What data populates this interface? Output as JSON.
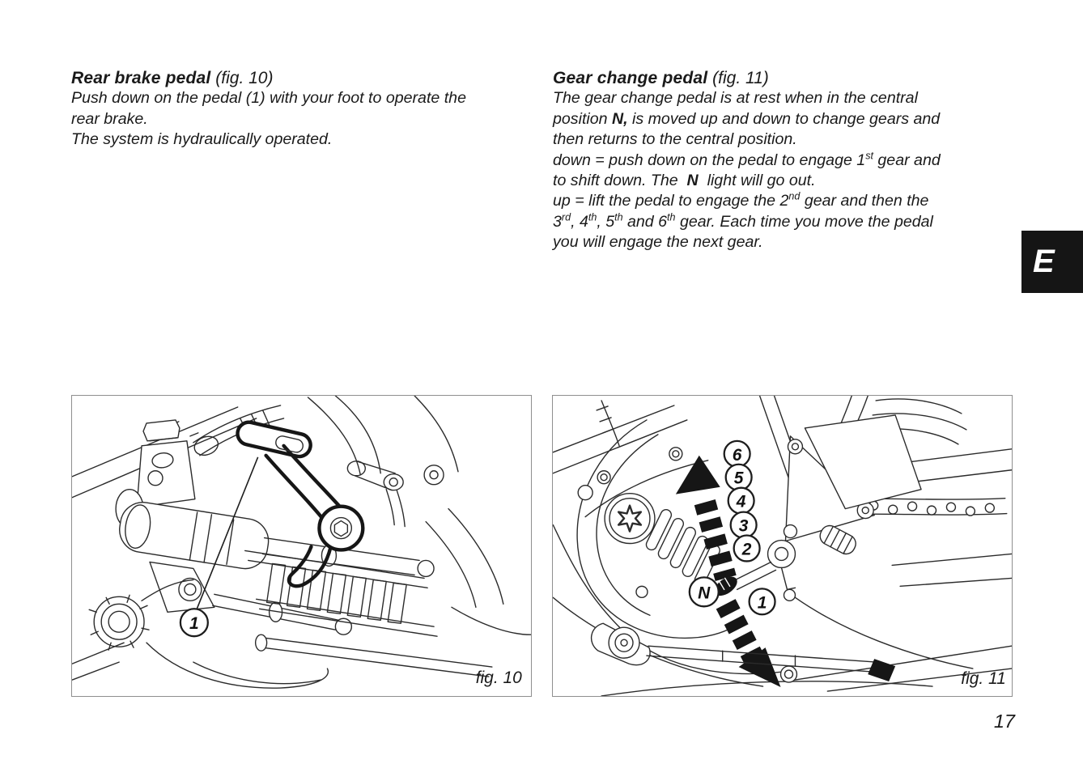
{
  "page": {
    "number": "17",
    "section_tab": "E",
    "background": "#ffffff",
    "ink_color": "#161616"
  },
  "columns": {
    "left": {
      "heading": {
        "title": "Rear brake pedal",
        "fig": " (fig. 10)"
      },
      "lines": [
        [
          {
            "t": "Push down on the pedal (1) with your foot to operate the"
          }
        ],
        [
          {
            "t": "rear brake."
          }
        ],
        [
          {
            "t": "The system is hydraulically operated."
          }
        ]
      ]
    },
    "right": {
      "heading": {
        "title": "Gear change pedal",
        "fig": " (fig. 11)"
      },
      "lines": [
        [
          {
            "t": "The gear change pedal is at rest when in the central"
          }
        ],
        [
          {
            "t": "position "
          },
          {
            "t": "N,",
            "b": true
          },
          {
            "t": " is moved up and down to change gears and"
          }
        ],
        [
          {
            "t": "then returns to the central position."
          }
        ],
        [
          {
            "t": "down = push down on the pedal to engage 1"
          },
          {
            "t": "st",
            "sup": true
          },
          {
            "t": " gear and"
          }
        ],
        [
          {
            "t": "to shift down. The  "
          },
          {
            "t": "N",
            "b": true
          },
          {
            "t": "  light will go out."
          }
        ],
        [
          {
            "t": "up = lift the pedal to engage the 2"
          },
          {
            "t": "nd",
            "sup": true
          },
          {
            "t": " gear and then the"
          }
        ],
        [
          {
            "t": "3"
          },
          {
            "t": "rd",
            "sup": true
          },
          {
            "t": ", 4"
          },
          {
            "t": "th",
            "sup": true
          },
          {
            "t": ", 5"
          },
          {
            "t": "th",
            "sup": true
          },
          {
            "t": " and 6"
          },
          {
            "t": "th",
            "sup": true
          },
          {
            "t": " gear. Each time you move the pedal"
          }
        ],
        [
          {
            "t": "you will engage the next gear."
          }
        ]
      ]
    }
  },
  "figures": {
    "f10": {
      "caption": "fig. 10",
      "subject": "rear-brake-pedal-drawing",
      "callouts": [
        {
          "label": "1"
        }
      ]
    },
    "f11": {
      "caption": "fig. 11",
      "subject": "gear-change-pedal-drawing",
      "callouts": [
        {
          "label": "6"
        },
        {
          "label": "5"
        },
        {
          "label": "4"
        },
        {
          "label": "3"
        },
        {
          "label": "2"
        },
        {
          "label": "N"
        },
        {
          "label": "1"
        }
      ]
    }
  }
}
